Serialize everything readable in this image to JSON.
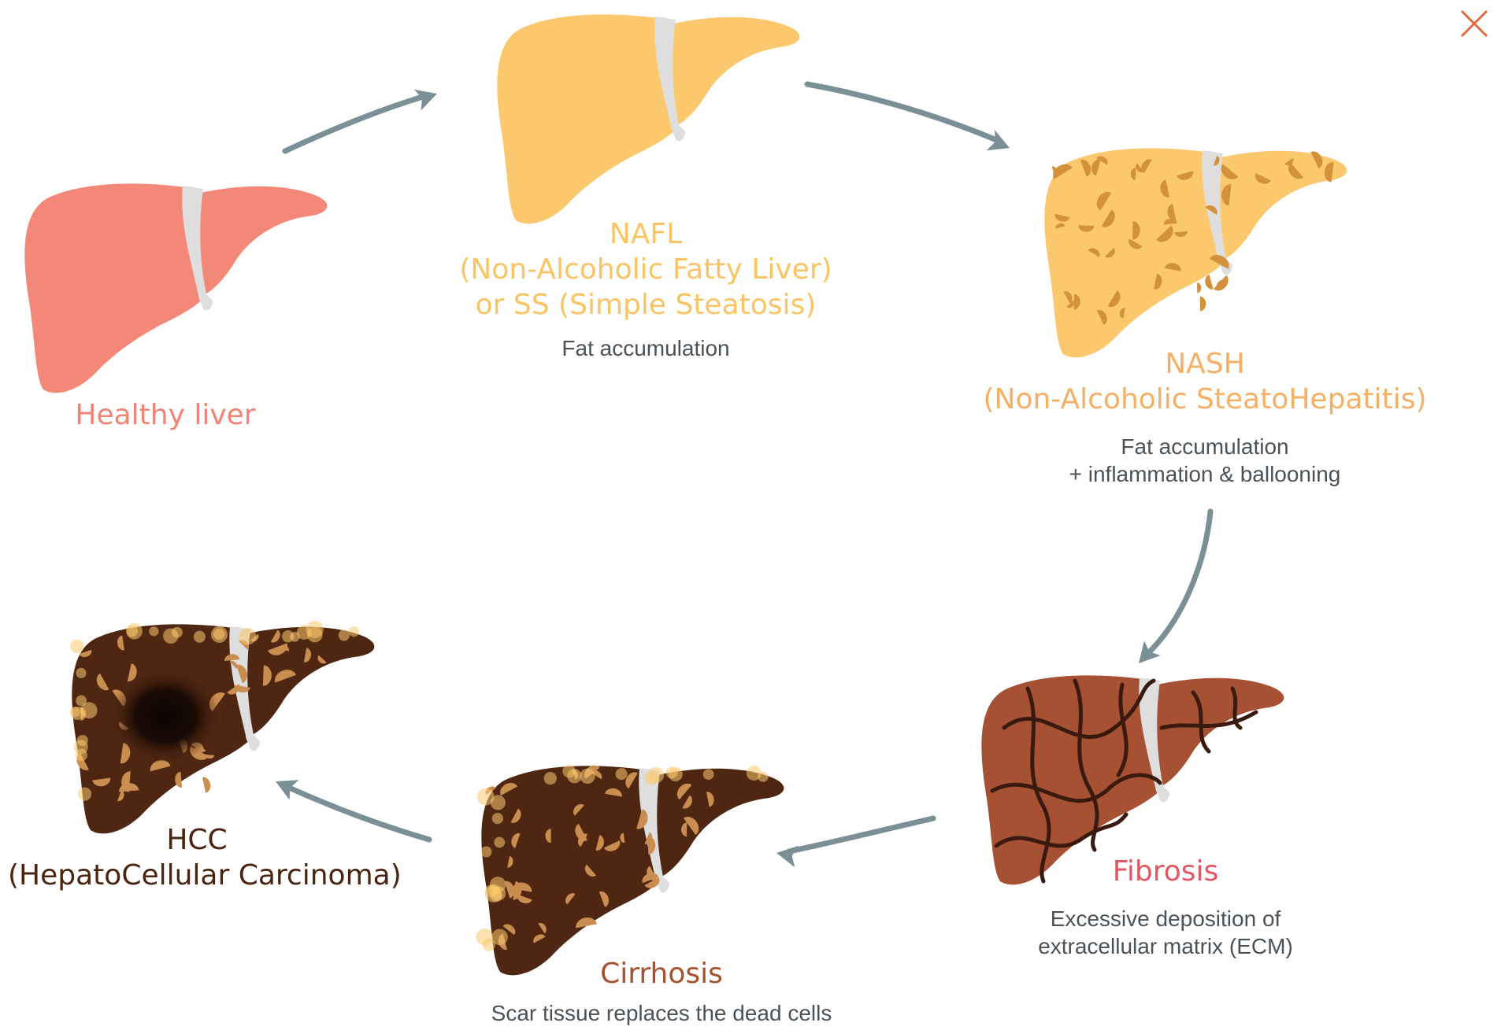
{
  "colors": {
    "arrow": "#7b9096",
    "healthy": "#f48878",
    "healthy_text": "#f08476",
    "fatty": "#fcc86e",
    "fatty_text": "#f9c464",
    "nash_text": "#f4b066",
    "fat_dots": "#d4913c",
    "fibrosis": "#a65133",
    "fibrosis_lines": "#3a1a0e",
    "fibrosis_text": "#e25763",
    "dark": "#4e2612",
    "dark_dots": "#c98d50",
    "cirrhosis_text": "#a4512f",
    "hcc_text": "#4b2410",
    "ligament": "#dedede",
    "close": "#e06a3b"
  },
  "stages": {
    "healthy": {
      "title": "Healthy liver"
    },
    "nafl": {
      "title_lines": [
        "NAFL",
        "(Non-Alcoholic Fatty Liver)",
        "or SS (Simple Steatosis)"
      ],
      "description": "Fat accumulation"
    },
    "nash": {
      "title_lines": [
        "NASH",
        "(Non-Alcoholic SteatoHepatitis)"
      ],
      "description_lines": [
        "Fat accumulation",
        "+ inflammation & ballooning"
      ]
    },
    "fibrosis": {
      "title": "Fibrosis",
      "description_lines": [
        "Excessive deposition of",
        "extracellular matrix (ECM)"
      ]
    },
    "cirrhosis": {
      "title": "Cirrhosis",
      "description": "Scar tissue replaces the dead cells"
    },
    "hcc": {
      "title_lines": [
        "HCC",
        "(HepatoCellular Carcinoma)"
      ]
    }
  },
  "icons": {
    "close": "close-icon"
  }
}
